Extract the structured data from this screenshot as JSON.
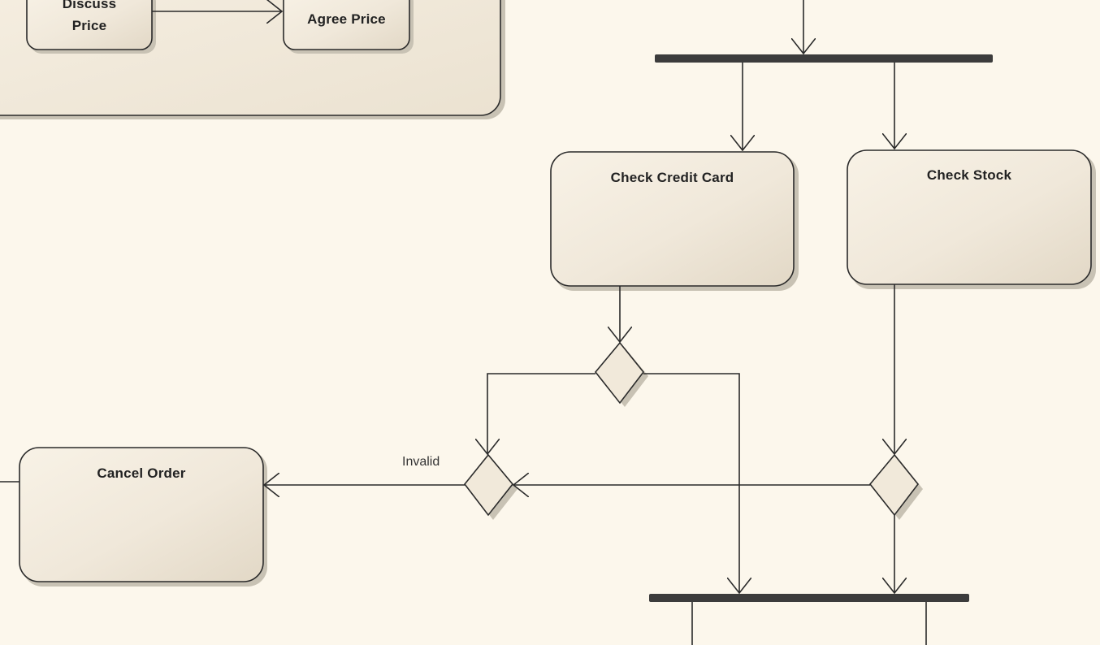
{
  "diagram": {
    "actions": {
      "discuss_price": "Discuss\nPrice",
      "agree_price": "Agree Price",
      "check_credit_card": "Check Credit Card",
      "check_stock": "Check Stock",
      "cancel_order": "Cancel Order"
    },
    "guards": {
      "invalid": "Invalid"
    }
  },
  "colors": {
    "canvas_background": "#fcf7ec",
    "node_fill_light": "#f7f0e3",
    "node_fill_dark": "#e6dccb",
    "stroke": "#2a2a2a",
    "shadow": "#c8c2b4"
  }
}
